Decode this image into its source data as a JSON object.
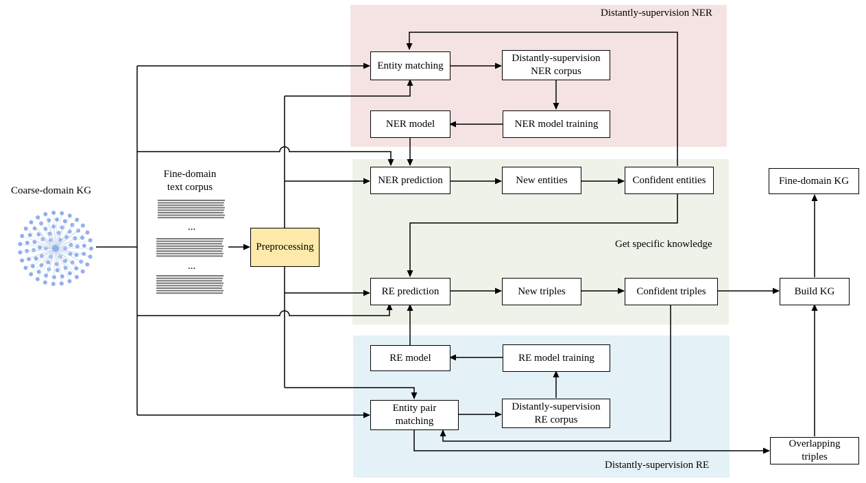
{
  "regions": {
    "ner": {
      "label": "Distantly-supervision NER",
      "color": "#f5e3e3"
    },
    "specific": {
      "label": "Get specific knowledge",
      "color": "#eff2e8"
    },
    "re": {
      "label": "Distantly-supervision RE",
      "color": "#e4f1f6"
    }
  },
  "left": {
    "kg_label": "Coarse-domain KG",
    "corpus_label": "Fine-domain\ntext corpus",
    "ellipsis": "..."
  },
  "nodes": {
    "preprocessing": "Preprocessing",
    "entity_matching": "Entity matching",
    "ds_ner_corpus": "Distantly-supervision\nNER corpus",
    "ner_model": "NER model",
    "ner_training": "NER model training",
    "ner_prediction": "NER prediction",
    "new_entities": "New entities",
    "confident_entities": "Confident  entities",
    "re_prediction": "RE prediction",
    "new_triples": "New triples",
    "confident_triples": "Confident triples",
    "re_model": "RE model",
    "re_training": "RE model training",
    "entity_pair_matching": "Entity pair\nmatching",
    "ds_re_corpus": "Distantly-supervision\nRE corpus",
    "build_kg": "Build KG",
    "fine_domain_kg": "Fine-domain  KG",
    "overlapping_triples": "Overlapping\ntriples"
  },
  "colors": {
    "dot": "#8fb0e8",
    "spoke": "#c9d6ef",
    "text_line": "#777777",
    "preprocessing": "#fde9a9"
  }
}
